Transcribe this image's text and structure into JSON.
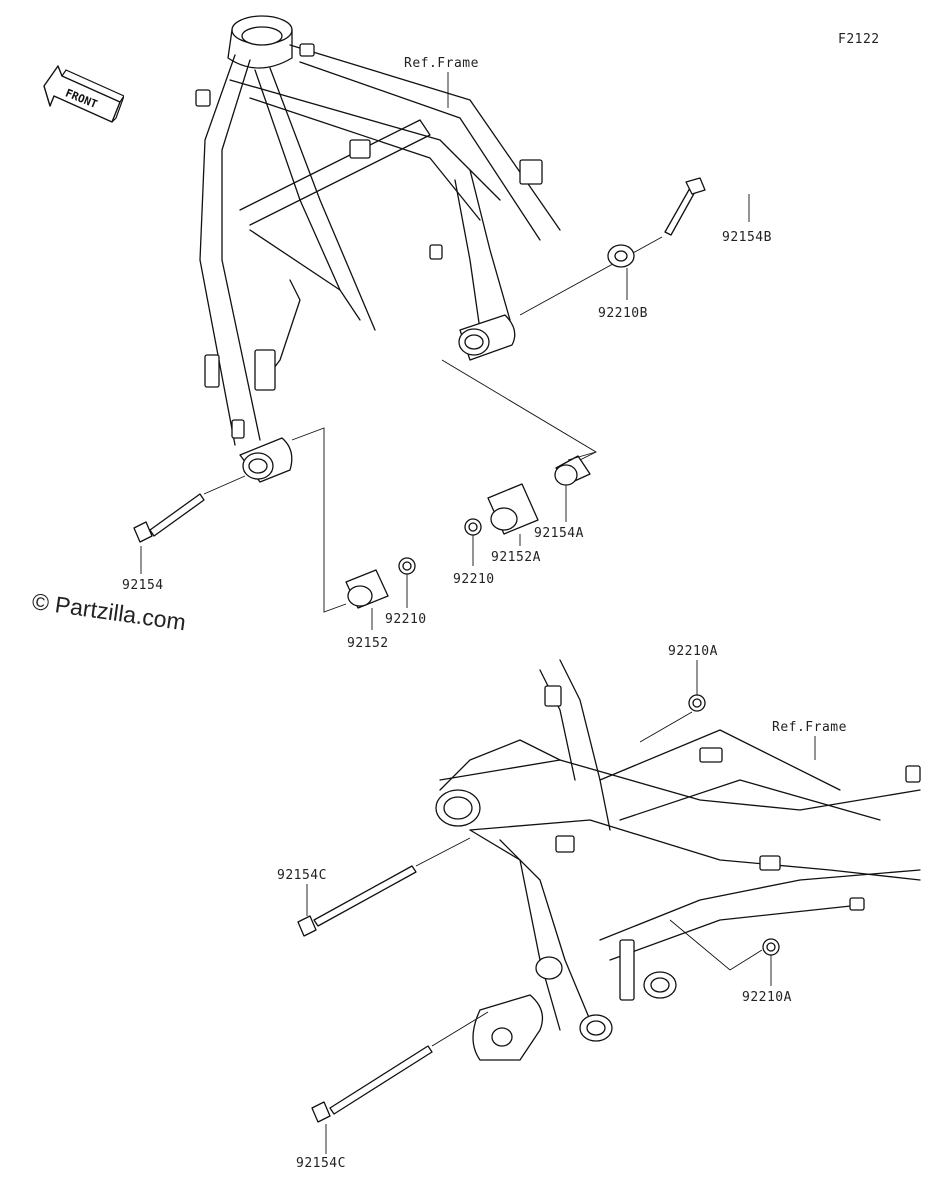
{
  "diagram": {
    "code": "F2122",
    "watermark": "© Partzilla.com",
    "direction_marker": "FRONT",
    "ref_labels": [
      "Ref.Frame",
      "Ref.Frame"
    ],
    "parts": {
      "bolt_top_right": "92154B",
      "nut_top_right": "92210B",
      "bolt_left": "92154",
      "collar_left": "92152",
      "nut_left": "92210",
      "nut_center": "92210",
      "collar_center": "92152A",
      "bushing_center": "92154A",
      "nut_lower_top": "92210A",
      "nut_lower_right": "92210A",
      "bolt_lower_upper": "92154C",
      "bolt_lower_bottom": "92154C"
    }
  }
}
